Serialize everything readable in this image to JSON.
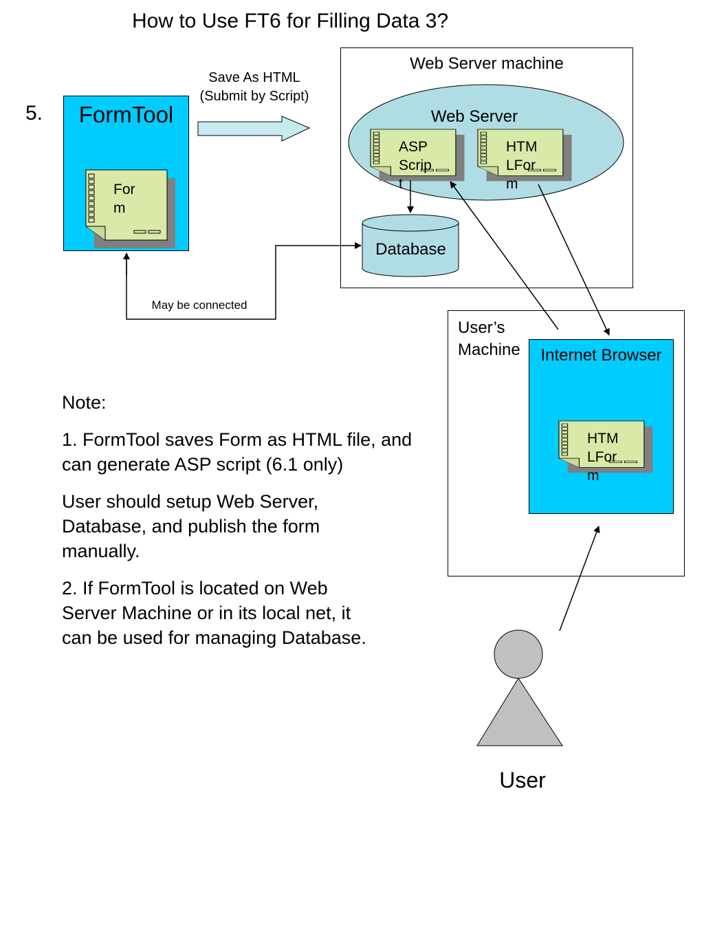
{
  "title": "How to Use FT6 for Filling Data 3?",
  "step_number": "5.",
  "save_arrow_label": "Save As HTML\n(Submit by Script)",
  "formtool": {
    "title": "FormTool",
    "form_doc": "For\nm"
  },
  "web_server_machine": {
    "title": "Web Server machine",
    "web_server_label": "Web Server",
    "asp_doc": "ASP\nScrip\nt",
    "html_doc": "HTM\nLFor\nm",
    "database_label": "Database"
  },
  "connection_label": "May be connected",
  "users_machine": {
    "label": "User’s\nMachine",
    "browser_title": "Internet Browser",
    "html_doc": "HTM\nLFor\nm"
  },
  "notes": {
    "heading": "Note:",
    "item1": "1. FormTool saves Form as HTML file, and can generate ASP script (6.1 only)",
    "item1_detail": "User should setup Web Server,\nDatabase, and publish the form\nmanually.",
    "item2": "2. If FormTool is located on Web\nServer Machine or in its local net, it\ncan be used for managing Database."
  },
  "user_label": "User",
  "colors": {
    "box_blue": "#00ccff",
    "doc_fill": "#d9eaa8",
    "doc_shadow": "#808080",
    "ellipse_fill": "#b0dde4",
    "database_fill": "#b0dde4",
    "arrow_fill": "#c6eaf0",
    "person_fill": "#c0c0c0"
  }
}
